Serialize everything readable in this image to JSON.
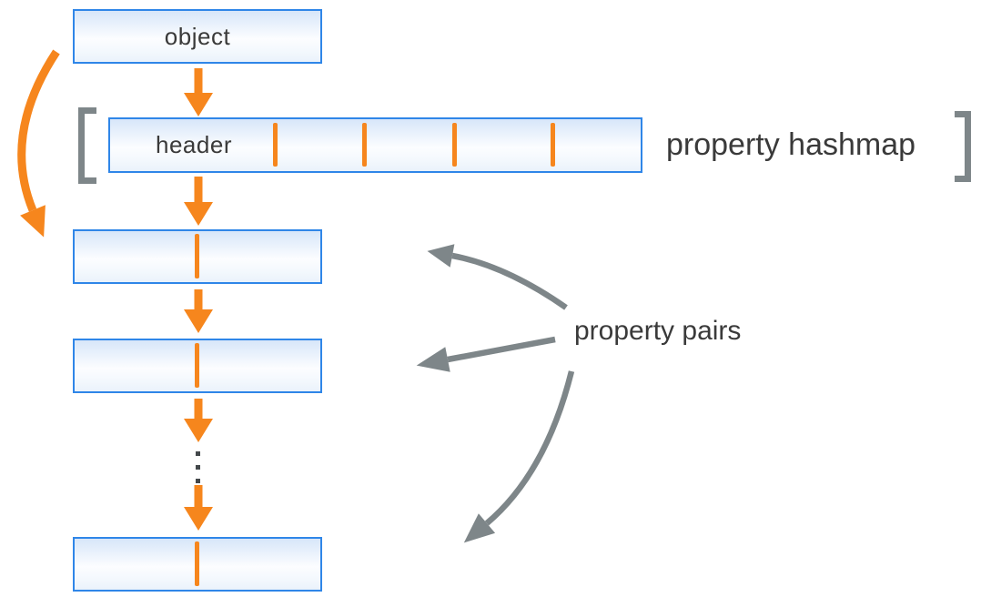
{
  "labels": {
    "object_box": "object",
    "header_cell": "header",
    "hashmap_caption": "property hashmap",
    "pairs_caption": "property pairs"
  },
  "structure": {
    "hashmap_slot_dividers": 4,
    "property_pair_boxes_shown": 3,
    "ellipsis_dots_between_pairs": 3
  },
  "colors": {
    "accent_orange": "#F6861D",
    "box_border_blue": "#2F86E8",
    "box_fill_top": "#D7E6F9",
    "box_fill_bottom": "#EAF2FB",
    "annotation_gray": "#7E8689",
    "text_dark": "#3A3A3A"
  }
}
